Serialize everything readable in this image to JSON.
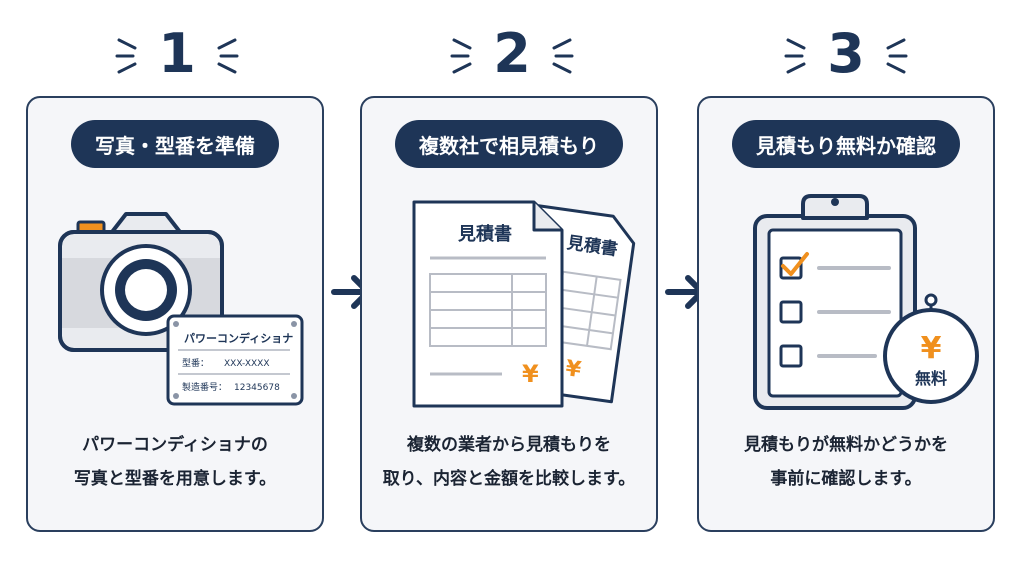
{
  "steps": [
    {
      "number": "1",
      "title": "写真・型番を準備",
      "desc_line1": "パワーコンディショナの",
      "desc_line2": "写真と型番を用意します。",
      "plate": {
        "name": "パワーコンディショナ",
        "model_label": "型番：",
        "model_value": "XXX-XXXX",
        "serial_label": "製造番号：",
        "serial_value": "12345678"
      }
    },
    {
      "number": "2",
      "title": "複数社で相見積もり",
      "desc_line1": "複数の業者から見積もりを",
      "desc_line2": "取り、内容と金額を比較します。",
      "doc_title": "見積書",
      "doc_title_back": "見積書",
      "yen": "¥"
    },
    {
      "number": "3",
      "title": "見積もり無料か確認",
      "desc_line1": "見積もりが無料かどうかを",
      "desc_line2": "事前に確認します。",
      "tag_yen": "¥",
      "tag_text": "無料"
    }
  ],
  "colors": {
    "navy": "#1e3557",
    "orange": "#f0901e",
    "card_bg": "#f5f6f9",
    "gray": "#d7d9de"
  }
}
